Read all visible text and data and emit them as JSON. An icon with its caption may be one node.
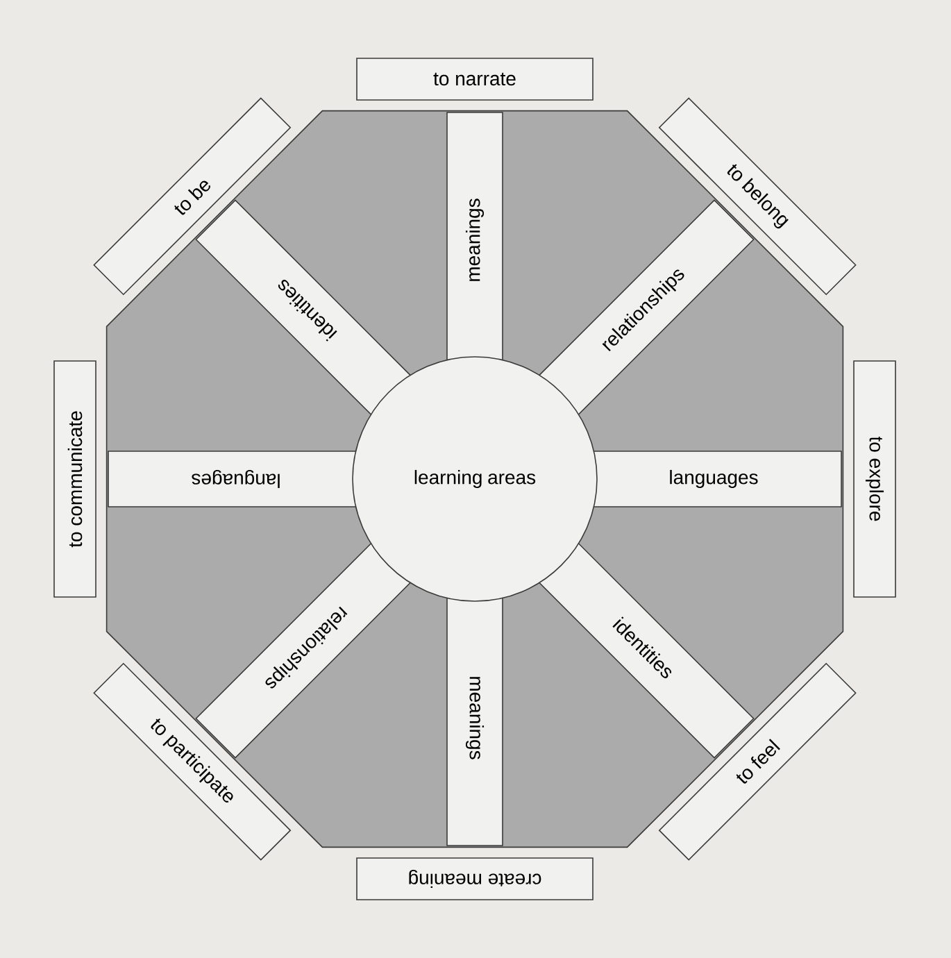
{
  "diagram": {
    "nodes": [
      {
        "text": [
          "learning areas"
        ]
      },
      {
        "text": [
          "meanings"
        ]
      },
      {
        "text": [
          "relationships"
        ]
      },
      {
        "text": [
          "languages"
        ]
      },
      {
        "text": [
          "identities"
        ]
      },
      {
        "text": [
          "meanings"
        ]
      },
      {
        "text": [
          "relationships"
        ]
      },
      {
        "text": [
          "languages"
        ]
      },
      {
        "text": [
          "identities"
        ]
      },
      {
        "text": [
          "to narrate"
        ]
      },
      {
        "text": [
          "to belong"
        ]
      },
      {
        "text": [
          "to explore"
        ]
      },
      {
        "text": [
          "to feel"
        ]
      },
      {
        "text": [
          "create meaning"
        ]
      },
      {
        "text": [
          "to participate"
        ]
      },
      {
        "text": [
          "to communicate"
        ]
      },
      {
        "text": [
          "to be"
        ]
      }
    ]
  }
}
